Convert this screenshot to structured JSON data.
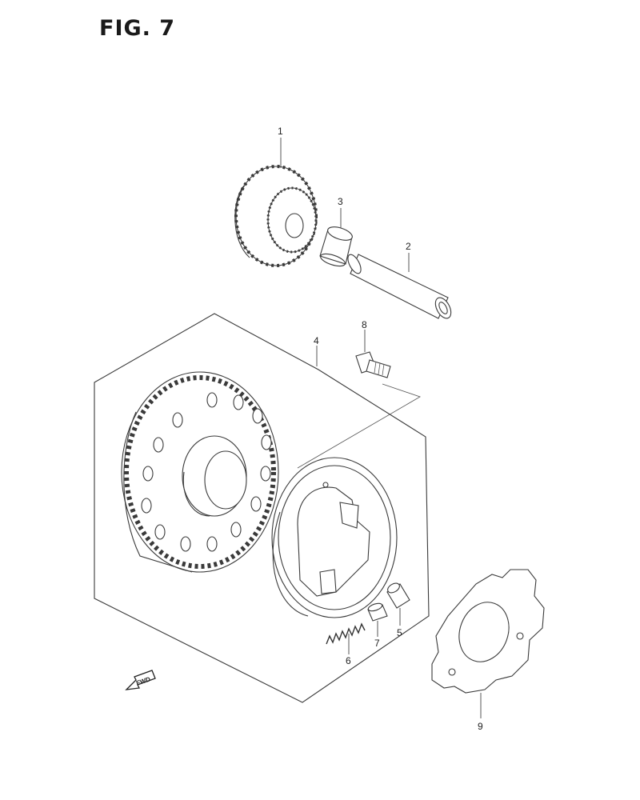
{
  "title": "FIG. 7",
  "callouts": [
    "1",
    "2",
    "3",
    "4",
    "5",
    "6",
    "7",
    "8",
    "9"
  ],
  "fwd_label": "FWD",
  "colors": {
    "line": "#3a3a3a",
    "background": "#ffffff"
  }
}
